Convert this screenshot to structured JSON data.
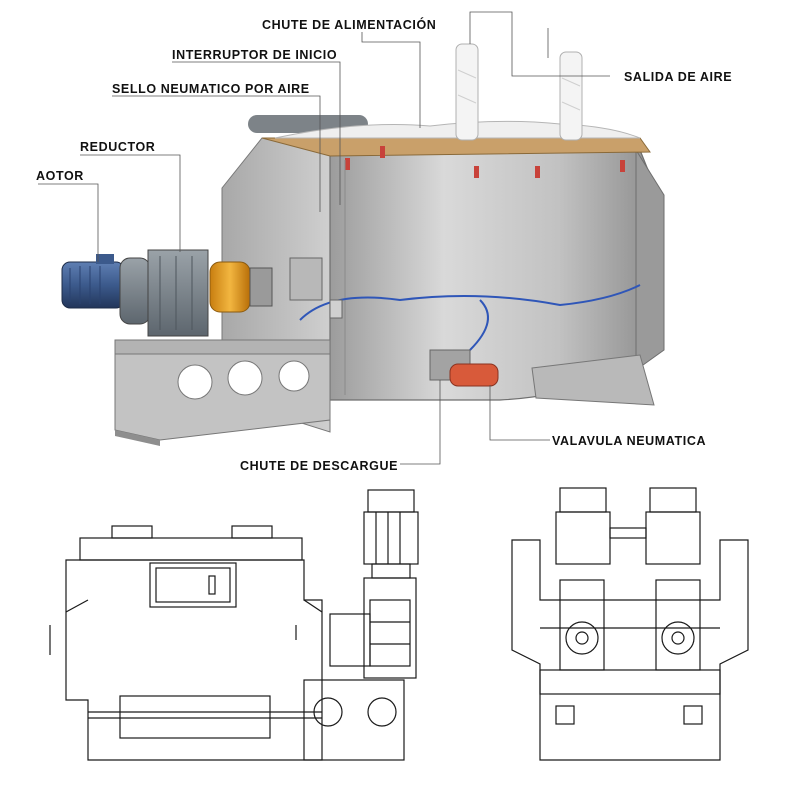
{
  "labels": {
    "chute_alimentacion": "CHUTE DE ALIMENTACIÓN",
    "interruptor_inicio": "INTERRUPTOR DE INICIO",
    "sello_neumatico": "SELLO NEUMATICO POR AIRE",
    "reductor": "REDUCTOR",
    "motor": "AOTOR",
    "salida_aire": "SALIDA DE AIRE",
    "valvula_neumatica": "VALAVULA NEUMATICA",
    "chute_descargue": "CHUTE DE DESCARGUE"
  },
  "colors": {
    "steel_light": "#d8d8d8",
    "steel_mid": "#b4b4b4",
    "steel_dark": "#8a8a8a",
    "wood_lid": "#c9a06a",
    "motor_blue": "#3c5a8c",
    "coupling_orange": "#e8a020",
    "valve_red": "#d85a3a",
    "filter_white": "#f2f2f2",
    "drawing_line": "#1a1a1a",
    "leader_line": "#555555"
  },
  "icons": {
    "machine": "ribbon-blender-icon",
    "motor": "electric-motor-icon",
    "gearbox": "gear-reducer-icon",
    "valve": "pneumatic-valve-icon",
    "filter": "air-filter-bag-icon"
  }
}
